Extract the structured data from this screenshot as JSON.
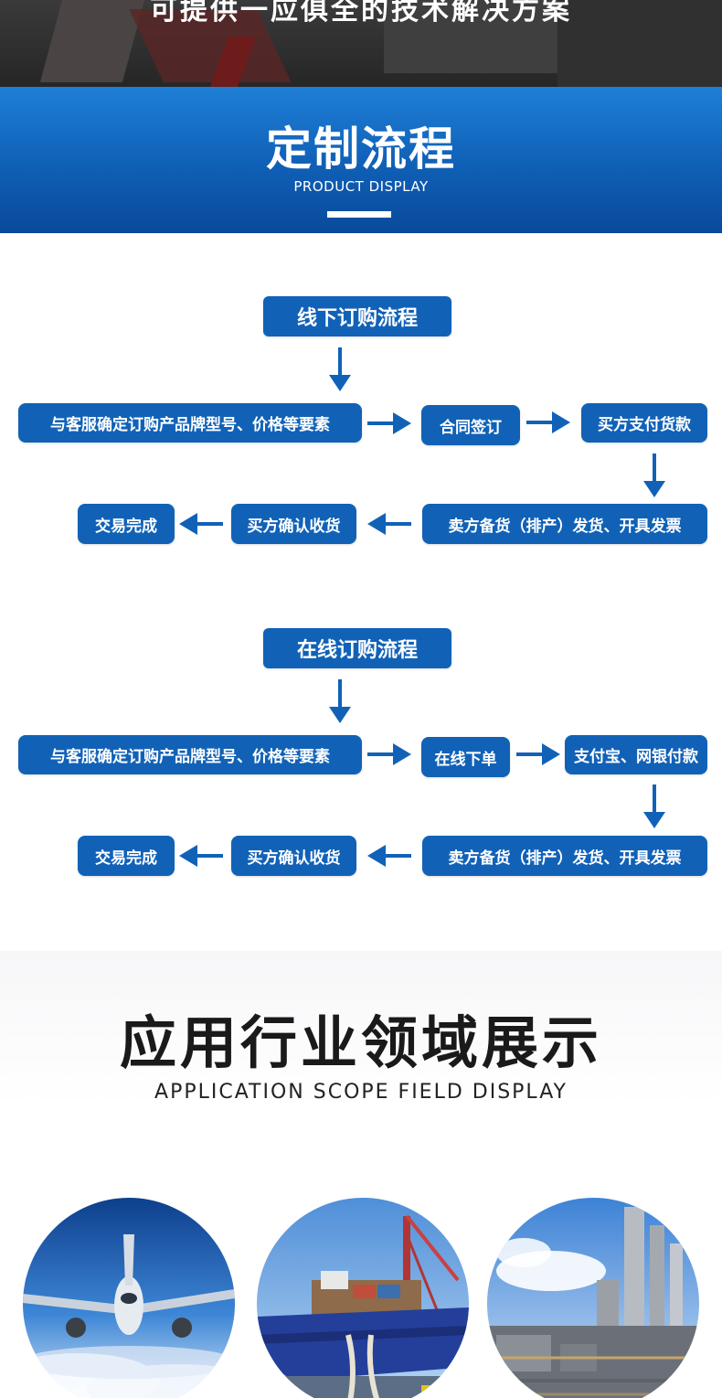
{
  "top_banner": {
    "text": "可提供一应俱全的技术解决方案"
  },
  "header": {
    "title": "定制流程",
    "subtitle": "PRODUCT DISPLAY"
  },
  "offline_flow": {
    "title": "线下订购流程",
    "step1": "与客服确定订购产品牌型号、价格等要素",
    "step2": "合同签订",
    "step3": "买方支付货款",
    "step4": "卖方备货（排产）发货、开具发票",
    "step5": "买方确认收货",
    "step6": "交易完成"
  },
  "online_flow": {
    "title": "在线订购流程",
    "step1": "与客服确定订购产品牌型号、价格等要素",
    "step2": "在线下单",
    "step3": "支付宝、网银付款",
    "step4": "卖方备货（排产）发货、开具发票",
    "step5": "买方确认收货",
    "step6": "交易完成"
  },
  "application": {
    "title": "应用行业领域展示",
    "subtitle": "APPLICATION SCOPE FIELD DISPLAY",
    "images": [
      {
        "icon": "airplane-photo"
      },
      {
        "icon": "cargo-ship-photo"
      },
      {
        "icon": "refinery-photo"
      }
    ]
  },
  "colors": {
    "box_blue": "#1162b7",
    "header_blue": "#0f5fb6",
    "arrow_blue": "#1162b7"
  }
}
